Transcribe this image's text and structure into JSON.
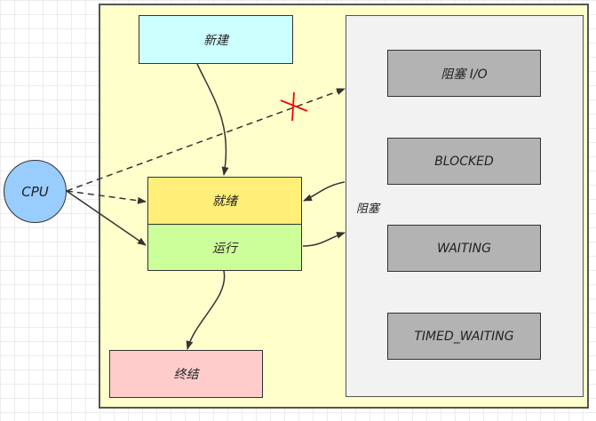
{
  "states": {
    "new": "新建",
    "ready": "就绪",
    "running": "运行",
    "terminated": "终结"
  },
  "cpu": "CPU",
  "blocked_panel": {
    "label": "阻塞",
    "items": [
      "阻塞 I/O",
      "BLOCKED",
      "WAITING",
      "TIMED_WAITING"
    ]
  },
  "colors": {
    "frame": "#ffffcc",
    "new": "#ccffff",
    "ready": "#ffee77",
    "running": "#ccff99",
    "terminated": "#ffcccc",
    "blocked_item": "#b3b3b3",
    "panel": "#f2f2f2",
    "cpu": "#99ccff",
    "cross_mark": "#ff0000"
  }
}
